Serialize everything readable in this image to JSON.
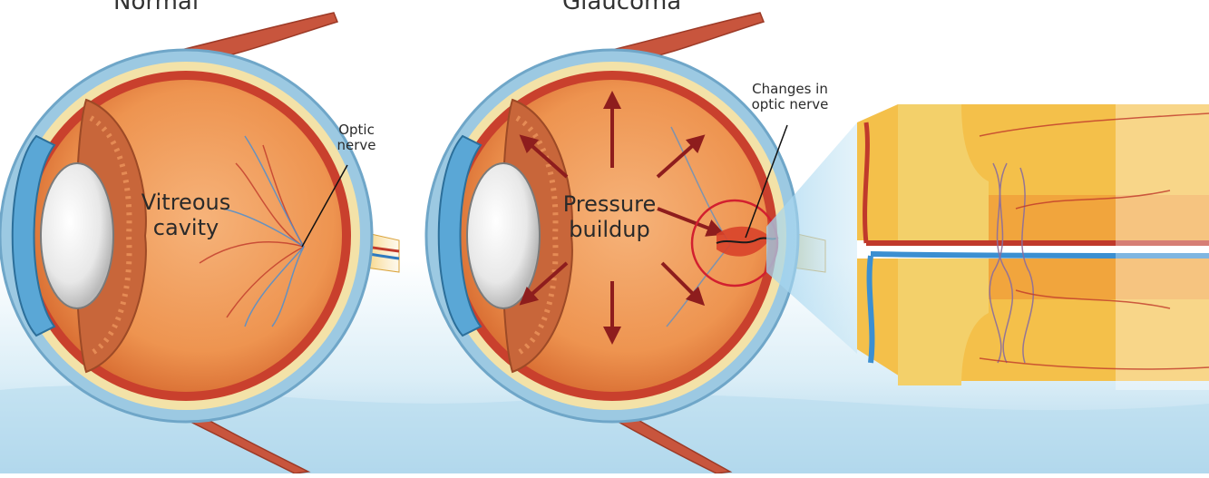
{
  "titles": {
    "normal": "Normal",
    "glaucoma": "Glaucoma"
  },
  "labels": {
    "vitreous_line1": "Vitreous",
    "vitreous_line2": "cavity",
    "optic_line1": "Optic",
    "optic_line2": "nerve",
    "pressure_line1": "Pressure",
    "pressure_line2": "buildup",
    "changes_line1": "Changes in",
    "changes_line2": "optic nerve"
  },
  "colors": {
    "sclera_blue": "#8fc3e0",
    "eyeball_fill": "#f2a15f",
    "retina_red": "#c0392b",
    "muscle_red": "#c0503a",
    "arrow_dark_red": "#8e1d1d",
    "nerve_yellow": "#f4c342",
    "highlight_circle": "#d2202f",
    "background_blue": "#c9e4f2"
  }
}
